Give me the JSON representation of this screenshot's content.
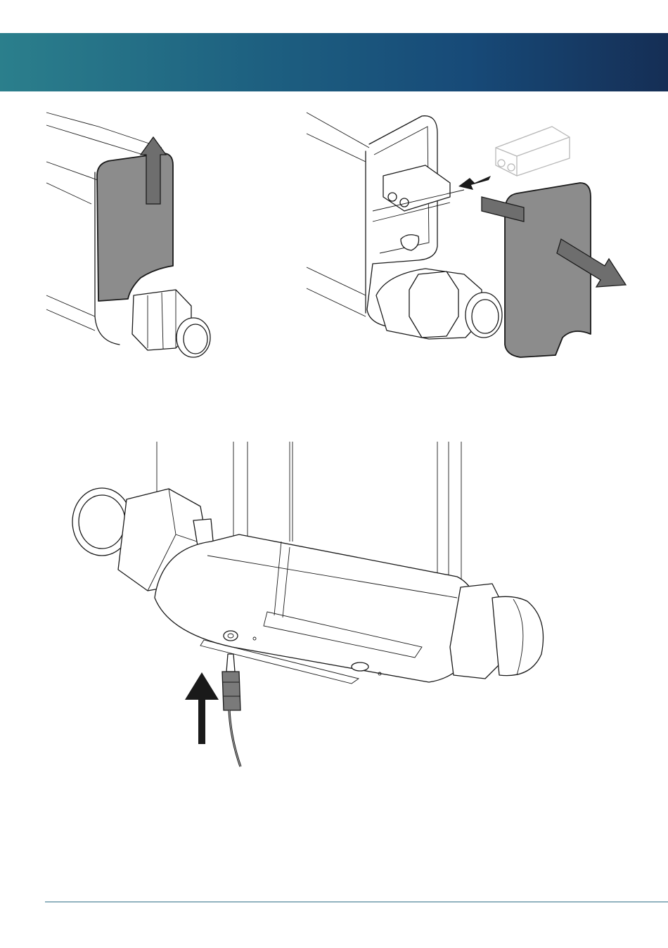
{
  "header": {
    "color_start": "#2b7f8c",
    "color_end": "#152e55"
  },
  "figures": [
    {
      "name": "remove-cover-illustration",
      "arrow_icon": "arrow-up-icon"
    },
    {
      "name": "replace-battery-illustration",
      "arrow_icons": [
        "arrow-left-icon",
        "arrow-right-icon"
      ],
      "battery_icon": "battery-9v-icon"
    },
    {
      "name": "connect-power-cable-illustration",
      "arrow_icon": "arrow-up-icon",
      "cable_icon": "dc-jack-icon"
    }
  ],
  "footer": {
    "rule_color": "#2f6f88"
  }
}
